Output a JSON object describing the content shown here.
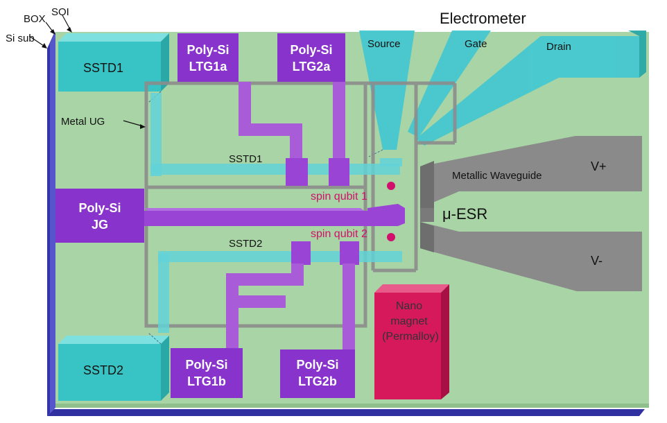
{
  "labels": {
    "si_sub": "Si sub",
    "box": "BOX",
    "soi": "SOI",
    "sstd1_pad": "SSTD1",
    "sstd2_pad": "SSTD2",
    "ltg1a": [
      "Poly-Si",
      "LTG1a"
    ],
    "ltg2a": [
      "Poly-Si",
      "LTG2a"
    ],
    "ltg1b": [
      "Poly-Si",
      "LTG1b"
    ],
    "ltg2b": [
      "Poly-Si",
      "LTG2b"
    ],
    "jg": [
      "Poly-Si",
      "JG"
    ],
    "electrometer": "Electrometer",
    "source": "Source",
    "gate": "Gate",
    "drain": "Drain",
    "metal_ug": "Metal UG",
    "sstd1_channel": "SSTD1",
    "sstd2_channel": "SSTD2",
    "spin_qubit_1": "spin qubit 1",
    "spin_qubit_2": "spin qubit 2",
    "waveguide": "Metallic Waveguide",
    "v_plus": "V+",
    "v_minus": "V-",
    "mu_esr": "μ-ESR",
    "nanomagnet": [
      "Nano",
      "magnet",
      "(Permalloy)"
    ]
  },
  "colors": {
    "substrate": "#3333aa",
    "soi_surface": "#a9d4a5",
    "sstd_pad": "#38c4c4",
    "sstd_pad_top": "#7fe0e0",
    "poly_si": "#8833cc",
    "poly_si_light": "#a85cd8",
    "metal_ug": "#888888",
    "waveguide": "#8a8a8a",
    "waveguide_side": "#6e6e6e",
    "nanomagnet": "#d6195a",
    "qubit": "#d0106a",
    "electrometer": "#45c8d0"
  }
}
